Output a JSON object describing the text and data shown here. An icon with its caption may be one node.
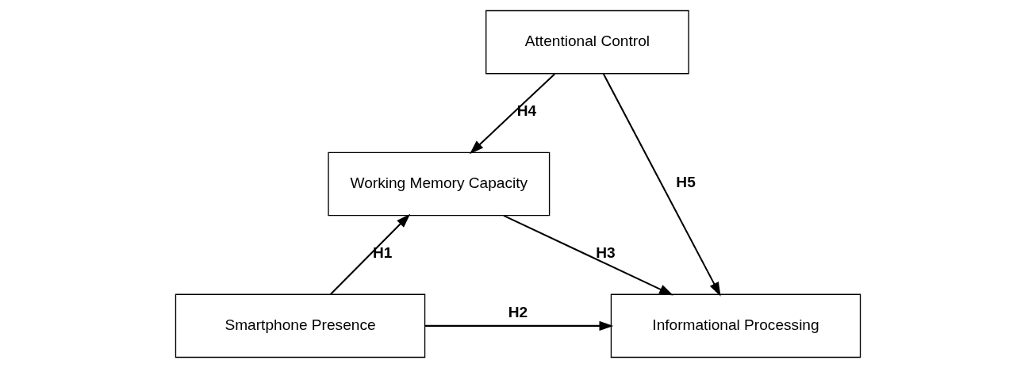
{
  "diagram": {
    "nodes": [
      {
        "text": [
          "Attentional Control"
        ]
      },
      {
        "text": [
          "Working Memory Capacity"
        ]
      },
      {
        "text": [
          "Smartphone Presence"
        ]
      },
      {
        "text": [
          "Informational Processing"
        ]
      }
    ],
    "edges": [
      {
        "from": 2,
        "to": 1,
        "arrow": "to",
        "label": "H1"
      },
      {
        "from": 2,
        "to": 3,
        "arrow": "to",
        "label": "H2"
      },
      {
        "from": 1,
        "to": 3,
        "arrow": "to",
        "label": "H3"
      },
      {
        "from": 0,
        "to": 1,
        "arrow": "to",
        "label": "H4"
      },
      {
        "from": 0,
        "to": 3,
        "arrow": "to",
        "label": "H5"
      }
    ]
  }
}
